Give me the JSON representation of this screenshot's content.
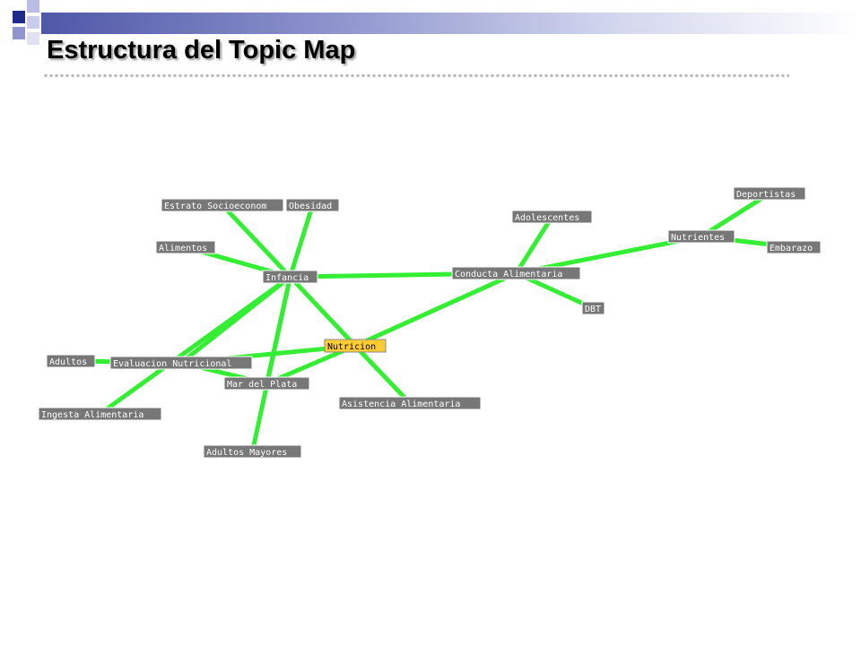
{
  "slide": {
    "title": "Estructura del Topic Map"
  },
  "colors": {
    "edge": "#33ee33",
    "node_fill": "#777777",
    "node_border": "#ffffff",
    "selected_fill": "#ffcc33",
    "selected_border": "#888888"
  },
  "topic_map": {
    "nodes": [
      {
        "id": "estrato",
        "label": "Estrato Socioeconom"
      },
      {
        "id": "obesidad",
        "label": "Obesidad"
      },
      {
        "id": "alimentos",
        "label": "Alimentos"
      },
      {
        "id": "infancia",
        "label": "Infancia"
      },
      {
        "id": "adolescentes",
        "label": "Adolescentes"
      },
      {
        "id": "conducta",
        "label": "Conducta Alimentaria"
      },
      {
        "id": "nutrientes",
        "label": "Nutrientes"
      },
      {
        "id": "deportistas",
        "label": "Deportistas"
      },
      {
        "id": "embarazo",
        "label": "Embarazo"
      },
      {
        "id": "dbt",
        "label": "DBT"
      },
      {
        "id": "nutricion",
        "label": "Nutricion",
        "selected": true
      },
      {
        "id": "adultos",
        "label": "Adultos"
      },
      {
        "id": "evaluacion",
        "label": "Evaluacion Nutricional"
      },
      {
        "id": "mardelplata",
        "label": "Mar del Plata"
      },
      {
        "id": "asistencia",
        "label": "Asistencia Alimentaria"
      },
      {
        "id": "ingesta",
        "label": "Ingesta Alimentaria"
      },
      {
        "id": "adultosmayores",
        "label": "Adultos Mayores"
      }
    ],
    "edges": [
      [
        "estrato",
        "infancia"
      ],
      [
        "obesidad",
        "infancia"
      ],
      [
        "alimentos",
        "infancia"
      ],
      [
        "infancia",
        "conducta"
      ],
      [
        "infancia",
        "nutricion"
      ],
      [
        "infancia",
        "evaluacion"
      ],
      [
        "infancia",
        "mardelplata"
      ],
      [
        "infancia",
        "ingesta"
      ],
      [
        "infancia",
        "adultosmayores"
      ],
      [
        "conducta",
        "adolescentes"
      ],
      [
        "conducta",
        "nutrientes"
      ],
      [
        "conducta",
        "dbt"
      ],
      [
        "conducta",
        "nutricion"
      ],
      [
        "nutrientes",
        "deportistas"
      ],
      [
        "nutrientes",
        "embarazo"
      ],
      [
        "nutricion",
        "evaluacion"
      ],
      [
        "nutricion",
        "mardelplata"
      ],
      [
        "nutricion",
        "asistencia"
      ],
      [
        "evaluacion",
        "adultos"
      ],
      [
        "evaluacion",
        "mardelplata"
      ]
    ]
  }
}
